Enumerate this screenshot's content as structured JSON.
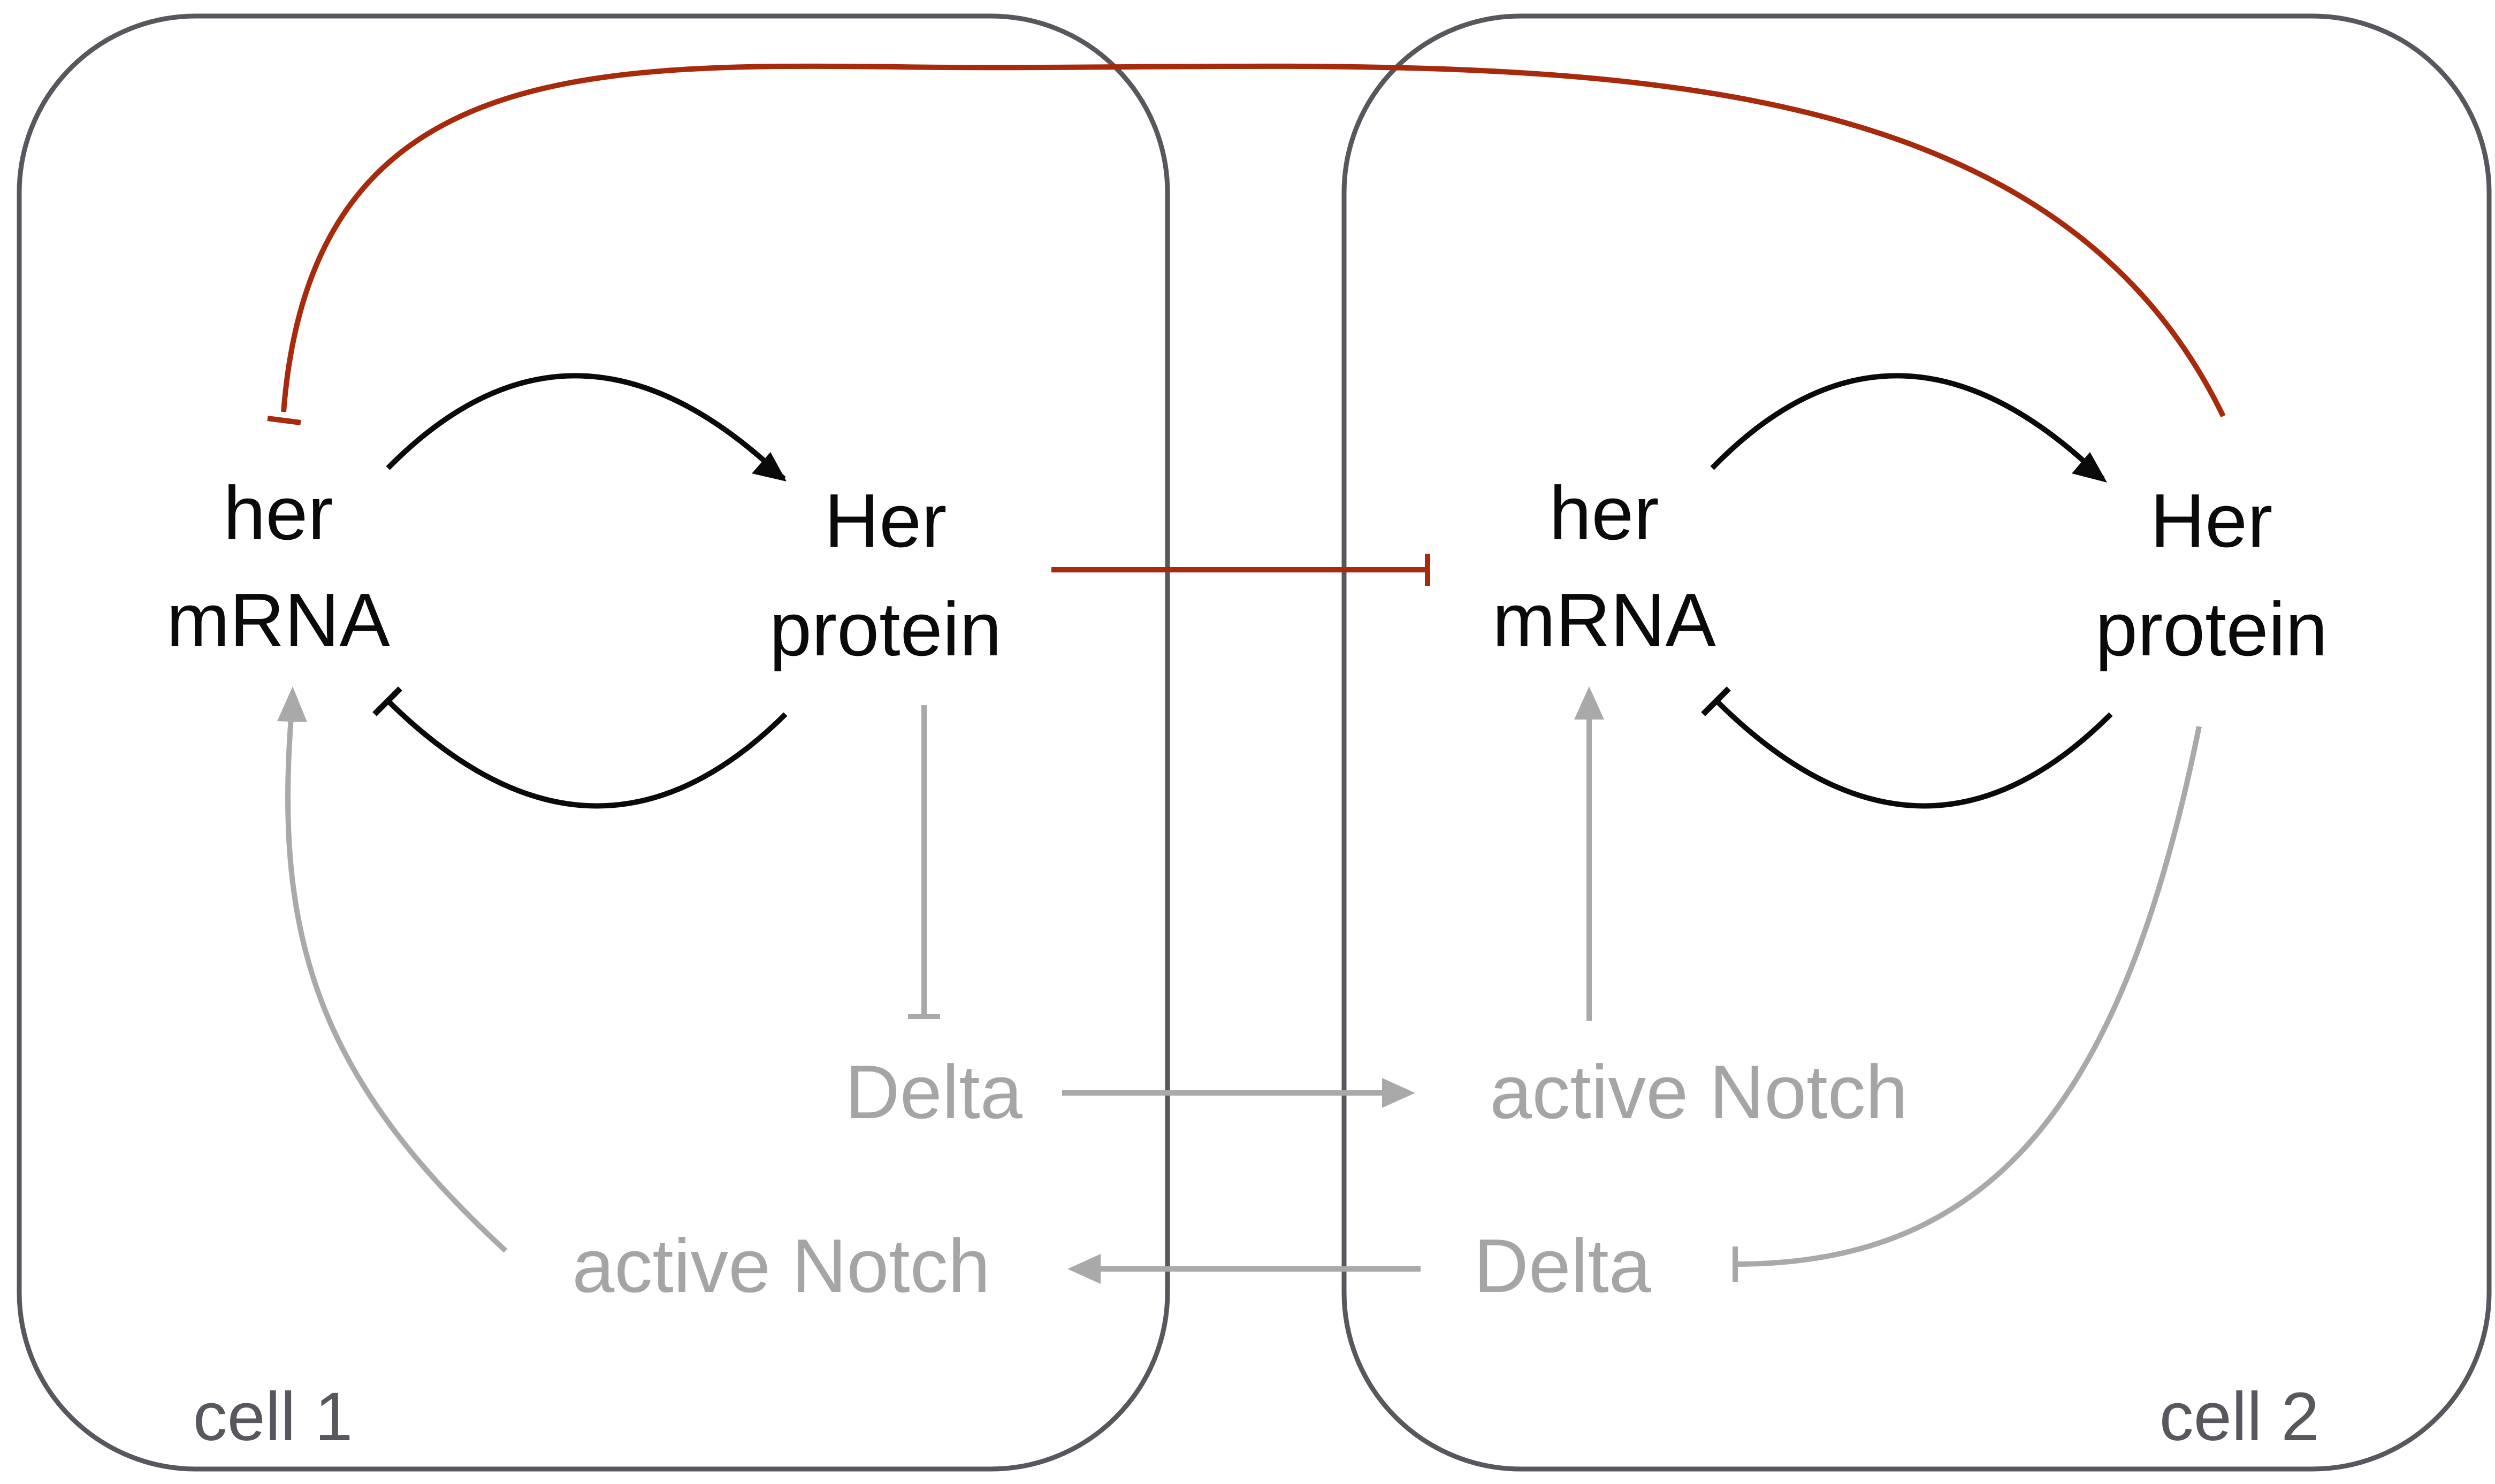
{
  "colors": {
    "cell_border": "#57585d",
    "black_edge": "#0a0a0a",
    "red_edge": "#a82a0c",
    "grey_edge": "#a9a9a9",
    "dark_text": "#0a0a0a",
    "grey_text": "#a5a5a5",
    "cell_label": "#57585d"
  },
  "cell1": {
    "label": "cell 1",
    "her_mrna": {
      "line1": "her",
      "line2": "mRNA"
    },
    "her_protein": {
      "line1": "Her",
      "line2": "protein"
    },
    "delta": "Delta",
    "active_notch": "active Notch"
  },
  "cell2": {
    "label": "cell 2",
    "her_mrna": {
      "line1": "her",
      "line2": "mRNA"
    },
    "her_protein": {
      "line1": "Her",
      "line2": "protein"
    },
    "delta": "Delta",
    "active_notch": "active Notch"
  }
}
